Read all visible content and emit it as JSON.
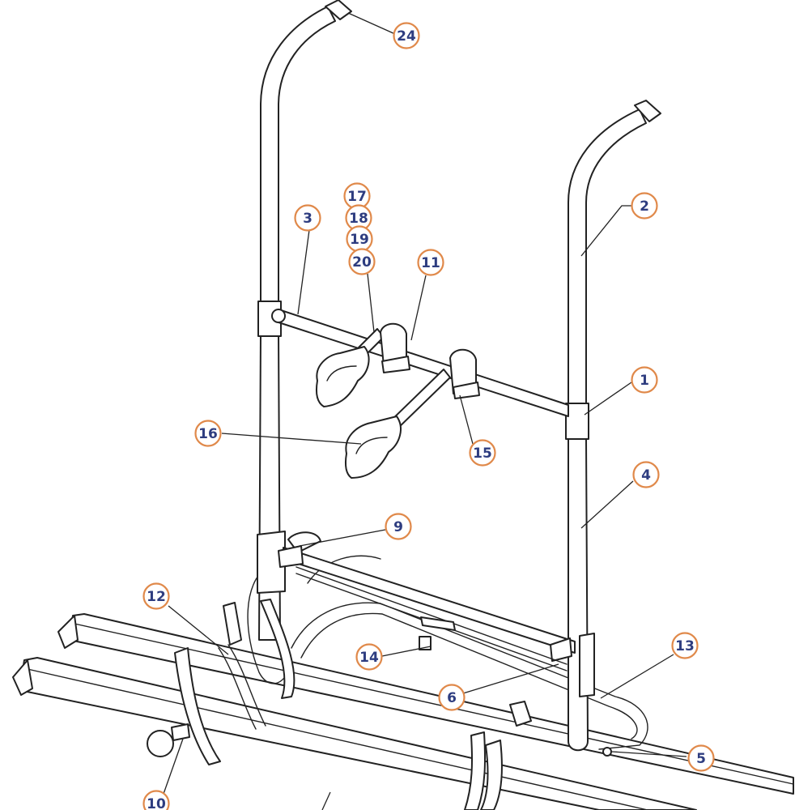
{
  "colors": {
    "callout_ring": "#e0894a",
    "callout_text": "#2e3d80",
    "line": "#222222",
    "background": "#ffffff"
  },
  "callouts": [
    {
      "id": "c24",
      "label": "24"
    },
    {
      "id": "c2",
      "label": "2"
    },
    {
      "id": "c3",
      "label": "3"
    },
    {
      "id": "c17",
      "label": "17"
    },
    {
      "id": "c18",
      "label": "18"
    },
    {
      "id": "c19",
      "label": "19"
    },
    {
      "id": "c20",
      "label": "20"
    },
    {
      "id": "c11",
      "label": "11"
    },
    {
      "id": "c1",
      "label": "1"
    },
    {
      "id": "c16",
      "label": "16"
    },
    {
      "id": "c15",
      "label": "15"
    },
    {
      "id": "c4",
      "label": "4"
    },
    {
      "id": "c9",
      "label": "9"
    },
    {
      "id": "c12",
      "label": "12"
    },
    {
      "id": "c13",
      "label": "13"
    },
    {
      "id": "c14",
      "label": "14"
    },
    {
      "id": "c6",
      "label": "6"
    },
    {
      "id": "c5",
      "label": "5"
    },
    {
      "id": "c10",
      "label": "10"
    }
  ]
}
